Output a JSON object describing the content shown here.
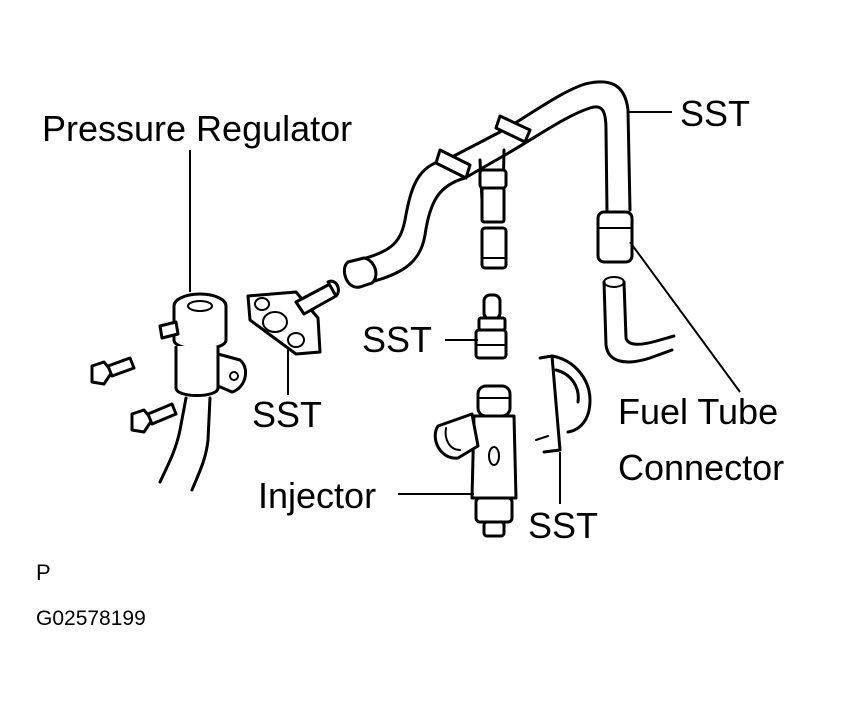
{
  "labels": {
    "pressure_regulator": "Pressure Regulator",
    "sst_top": "SST",
    "sst_middle": "SST",
    "sst_left": "SST",
    "fuel_tube_line1": "Fuel Tube",
    "fuel_tube_line2": "Connector",
    "injector": "Injector",
    "sst_bottom": "SST"
  },
  "view_code": "P",
  "figure_id": "G02578199"
}
